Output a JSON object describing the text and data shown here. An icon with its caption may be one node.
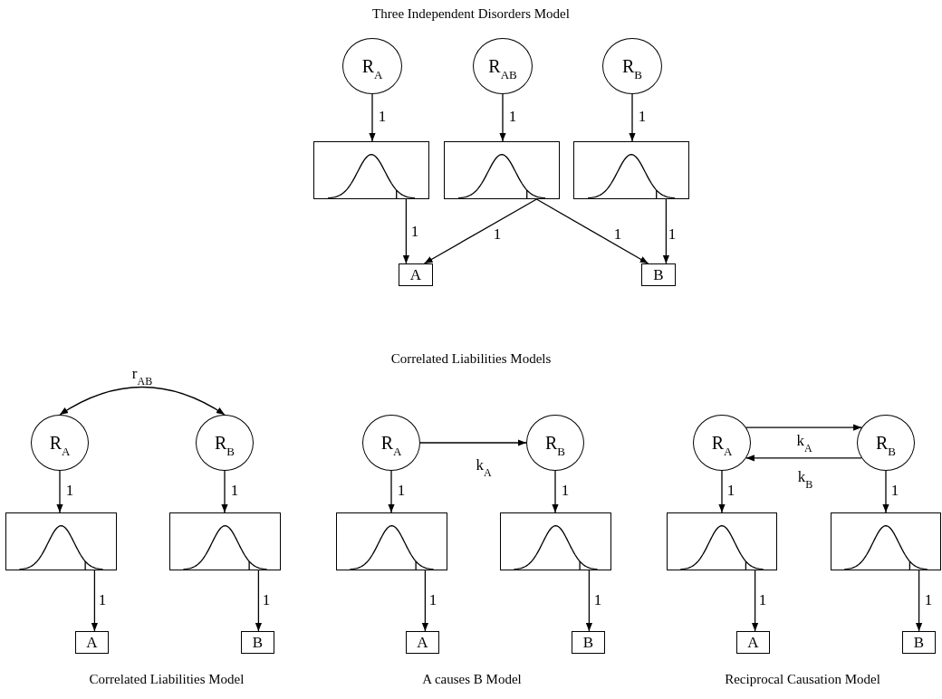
{
  "diagram": {
    "title": "Three Independent Disorders Model",
    "nodes": [
      {
        "text": [
          "R$_{A}$"
        ]
      },
      {
        "text": [
          "R$_{AB}$"
        ]
      },
      {
        "text": [
          "R$_{B}$"
        ]
      },
      {
        "text": [],
        "shape": "box"
      },
      {
        "text": [],
        "shape": "box"
      },
      {
        "text": [],
        "shape": "box"
      },
      {
        "text": [
          "A"
        ]
      },
      {
        "text": [
          "B"
        ]
      },
      {
        "text": [
          "R$_{A}$"
        ]
      },
      {
        "text": [
          "R$_{B}$"
        ]
      },
      {
        "text": [],
        "shape": "box"
      },
      {
        "text": [],
        "shape": "box"
      },
      {
        "text": [
          "A"
        ]
      },
      {
        "text": [
          "B"
        ]
      },
      {
        "text": [
          "R$_{A}$"
        ]
      },
      {
        "text": [
          "R$_{B}$"
        ]
      },
      {
        "text": [],
        "shape": "box"
      },
      {
        "text": [],
        "shape": "box"
      },
      {
        "text": [
          "A"
        ]
      },
      {
        "text": [
          "B"
        ]
      },
      {
        "text": [
          "R$_{A}$"
        ]
      },
      {
        "text": [
          "R$_{B}$"
        ]
      },
      {
        "text": [],
        "shape": "box"
      },
      {
        "text": [],
        "shape": "box"
      },
      {
        "text": [
          "A"
        ]
      },
      {
        "text": [
          "B"
        ]
      }
    ],
    "edges": [
      {
        "from": 0,
        "to": 3,
        "arrow": "to",
        "label": "1"
      },
      {
        "from": 1,
        "to": 4,
        "arrow": "to",
        "label": "1"
      },
      {
        "from": 2,
        "to": 5,
        "arrow": "to",
        "label": "1"
      },
      {
        "from": 3,
        "to": 6,
        "arrow": "to",
        "label": "1"
      },
      {
        "from": 4,
        "to": 6,
        "arrow": "to",
        "label": "1"
      },
      {
        "from": 4,
        "to": 7,
        "arrow": "to",
        "label": "1"
      },
      {
        "from": 5,
        "to": 7,
        "arrow": "to",
        "label": "1"
      },
      {
        "from": 8,
        "to": 9,
        "arrow": "both",
        "label": "r$_{AB}$"
      },
      {
        "from": 8,
        "to": 10,
        "arrow": "to",
        "label": "1"
      },
      {
        "from": 9,
        "to": 11,
        "arrow": "to",
        "label": "1"
      },
      {
        "from": 10,
        "to": 12,
        "arrow": "to",
        "label": "1"
      },
      {
        "from": 11,
        "to": 13,
        "arrow": "to",
        "label": "1"
      },
      {
        "from": 14,
        "to": 15,
        "arrow": "to",
        "label": "k$_{A}$"
      },
      {
        "from": 14,
        "to": 16,
        "arrow": "to",
        "label": "1"
      },
      {
        "from": 15,
        "to": 17,
        "arrow": "to",
        "label": "1"
      },
      {
        "from": 16,
        "to": 18,
        "arrow": "to",
        "label": "1"
      },
      {
        "from": 17,
        "to": 19,
        "arrow": "to",
        "label": "1"
      },
      {
        "from": 20,
        "to": 21,
        "arrow": "to",
        "label": "k$_{A}$"
      },
      {
        "from": 21,
        "to": 20,
        "arrow": "to",
        "label": "k$_{B}$"
      },
      {
        "from": 20,
        "to": 22,
        "arrow": "to",
        "label": "1"
      },
      {
        "from": 21,
        "to": 23,
        "arrow": "to",
        "label": "1"
      },
      {
        "from": 22,
        "to": 24,
        "arrow": "to",
        "label": "1"
      },
      {
        "from": 23,
        "to": 25,
        "arrow": "to",
        "label": "1"
      }
    ],
    "labels": [
      "Correlated Liabilities Models",
      "Correlated Liabilities Model",
      "A causes B Model",
      "Reciprocal Causation Model"
    ]
  }
}
